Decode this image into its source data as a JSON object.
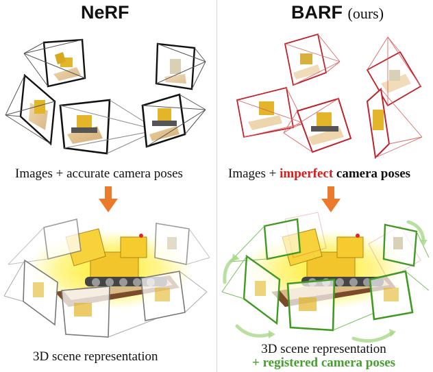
{
  "titles": {
    "left": "NeRF",
    "right_main": "BARF",
    "right_suffix": "(ours)"
  },
  "captions": {
    "left_top": "Images + accurate camera poses",
    "right_top_prefix": "Images + ",
    "right_top_emph": "imperfect",
    "right_top_rest": " camera poses",
    "left_bottom": "3D scene representation",
    "right_bottom_1": "3D scene representation",
    "right_bottom_2": "+ registered camera poses"
  },
  "colors": {
    "nerf_camera": "#111111",
    "barf_camera": "#c0202a",
    "registered_camera": "#3f9a22",
    "arrow": "#ec7a2c",
    "highlight": "#d91c1c",
    "registered_text": "#46a02e"
  }
}
